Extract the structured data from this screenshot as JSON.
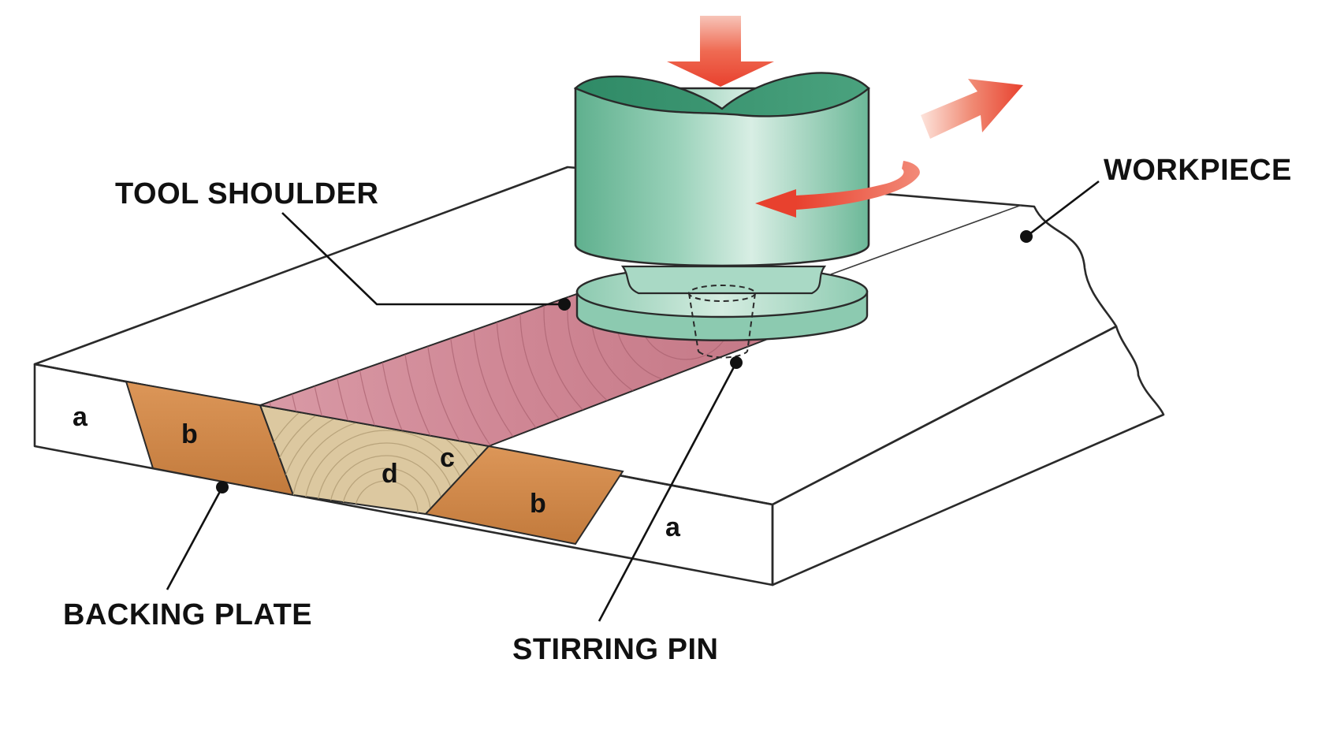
{
  "labels": {
    "tool_shoulder": "TOOL SHOULDER",
    "workpiece": "WORKPIECE",
    "backing_plate": "BACKING PLATE",
    "stirring_pin": "STIRRING PIN"
  },
  "zones": {
    "a_left": "a",
    "b_left": "b",
    "d": "d",
    "c": "c",
    "b_right": "b",
    "a_right": "a"
  },
  "colors": {
    "plate_top": "#ececee",
    "plate_side": "#dcdce0",
    "haz": "#d48e4c",
    "nugget": "#dcc8a0",
    "weld_bead": "#cf8c98",
    "tool": "#86c6ac",
    "tool_dark": "#3c9474",
    "arrow": "#e8412e"
  },
  "icons": [
    "down-force-arrow-icon",
    "travel-direction-arrow-icon",
    "rotation-arrow-icon"
  ]
}
